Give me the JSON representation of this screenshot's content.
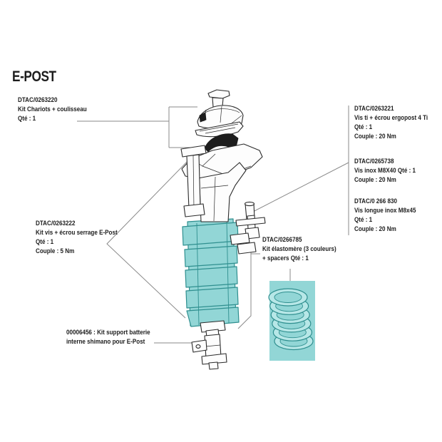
{
  "title": "E-POST",
  "colors": {
    "accent_fill": "#92d6d6",
    "accent_stroke": "#2f8f8f",
    "spring_fill": "#b7e7e7",
    "leader_line": "#8a8a8a",
    "ink": "#1d1d1d"
  },
  "labels": {
    "chariots": {
      "lines": [
        "DTAC/0263220",
        "Kit Chariots + coulisseau",
        "Qté : 1"
      ]
    },
    "ergopost": {
      "lines": [
        "DTAC/0263221",
        "Vis ti + écrou ergopost 4 Ti",
        "Qté : 1",
        "Couple : 20 Nm"
      ]
    },
    "vis_inox": {
      "lines": [
        "DTAC/0265738",
        "Vis inox M8X40 Qté : 1",
        "Couple : 20 Nm"
      ]
    },
    "vis_longue": {
      "lines": [
        "DTAC/0 266 830",
        "Vis longue inox M8x45",
        "Qté : 1",
        "Couple : 20 Nm"
      ]
    },
    "serrage": {
      "lines": [
        "DTAC/0263222",
        "Kit vis + écrou serrage E-Post",
        "Qté : 1",
        "Couple : 5 Nm"
      ]
    },
    "elastomere": {
      "lines": [
        "DTAC/0266785",
        "Kit élastomère (3 couleurs)",
        "+ spacers Qté : 1"
      ]
    },
    "batterie": {
      "lines": [
        "00006456 : Kit support batterie",
        "interne shimano pour E-Post"
      ]
    }
  }
}
